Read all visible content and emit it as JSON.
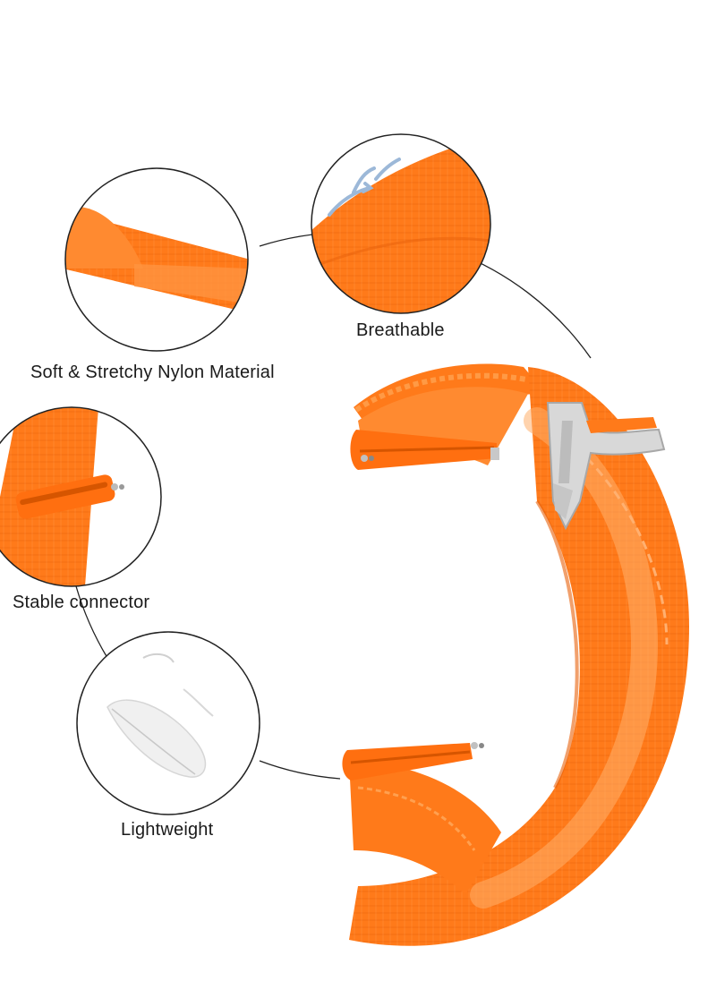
{
  "product": {
    "colors": {
      "band": "#ff7a1a",
      "band_dark": "#e8600a",
      "band_light": "#ff9a45",
      "buckle": "#d8d8d8",
      "connector": "#ff6f10",
      "outline": "#222222"
    },
    "icons": [
      "feather-icon",
      "airflow-arrows-icon"
    ]
  },
  "features": [
    {
      "label": "Soft & Stretchy Nylon Material"
    },
    {
      "label": "Breathable"
    },
    {
      "label": "Stable connector"
    },
    {
      "label": "Lightweight"
    }
  ]
}
